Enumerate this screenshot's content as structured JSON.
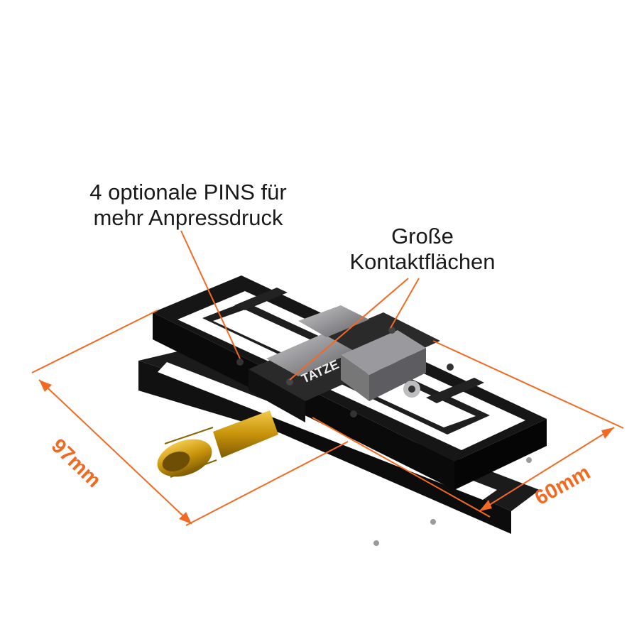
{
  "colors": {
    "accent": "#f26a21",
    "frame": "#121212",
    "axle": "#d4a008",
    "mechanism": "#8c8c90"
  },
  "callouts": {
    "pins": {
      "line1": "4 optionale PINS für",
      "line2": "mehr Anpressdruck"
    },
    "contact": {
      "line1": "Große",
      "line2": "Kontaktflächen"
    }
  },
  "dimensions": {
    "length": "97mm",
    "width": "60mm"
  },
  "product": {
    "brand": "TATZE"
  }
}
